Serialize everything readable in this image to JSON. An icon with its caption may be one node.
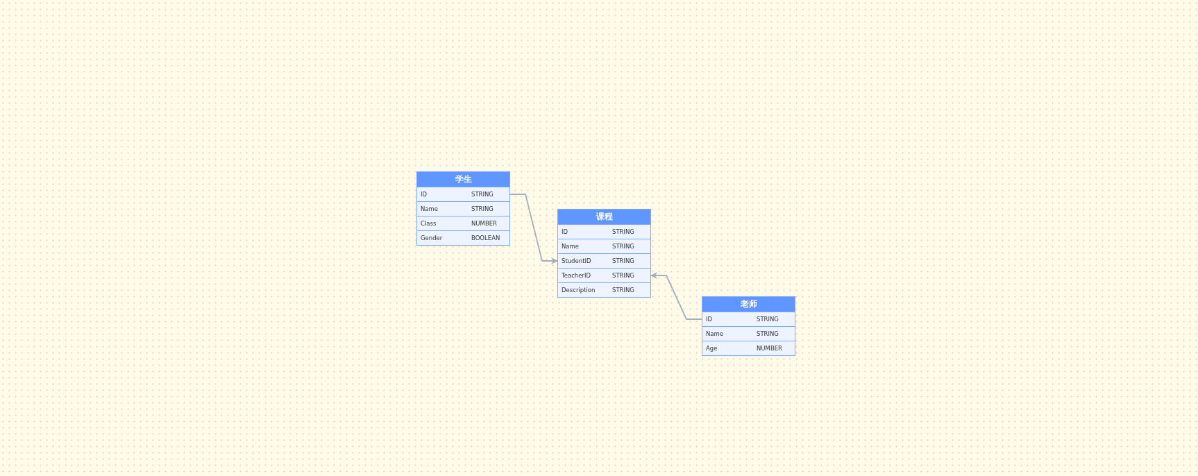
{
  "diagram": {
    "nodes": [
      {
        "text": [
          "学生"
        ]
      },
      {
        "text": [
          "ID",
          "STRING"
        ],
        "in": 0
      },
      {
        "text": [
          "Name",
          "STRING"
        ],
        "in": 0
      },
      {
        "text": [
          "Class",
          "NUMBER"
        ],
        "in": 0
      },
      {
        "text": [
          "Gender",
          "BOOLEAN"
        ],
        "in": 0
      },
      {
        "text": [
          "课程"
        ]
      },
      {
        "text": [
          "ID",
          "STRING"
        ],
        "in": 5
      },
      {
        "text": [
          "Name",
          "STRING"
        ],
        "in": 5
      },
      {
        "text": [
          "StudentID",
          "STRING"
        ],
        "in": 5
      },
      {
        "text": [
          "TeacherID",
          "STRING"
        ],
        "in": 5
      },
      {
        "text": [
          "Description",
          "STRING"
        ],
        "in": 5
      },
      {
        "text": [
          "老师"
        ]
      },
      {
        "text": [
          "ID",
          "STRING"
        ],
        "in": 11
      },
      {
        "text": [
          "Name",
          "STRING"
        ],
        "in": 11
      },
      {
        "text": [
          "Age",
          "NUMBER"
        ],
        "in": 11
      }
    ],
    "edges": [
      {
        "from": 1,
        "to": 8,
        "arrow": "to"
      },
      {
        "from": 12,
        "to": 9,
        "arrow": "to"
      }
    ]
  }
}
